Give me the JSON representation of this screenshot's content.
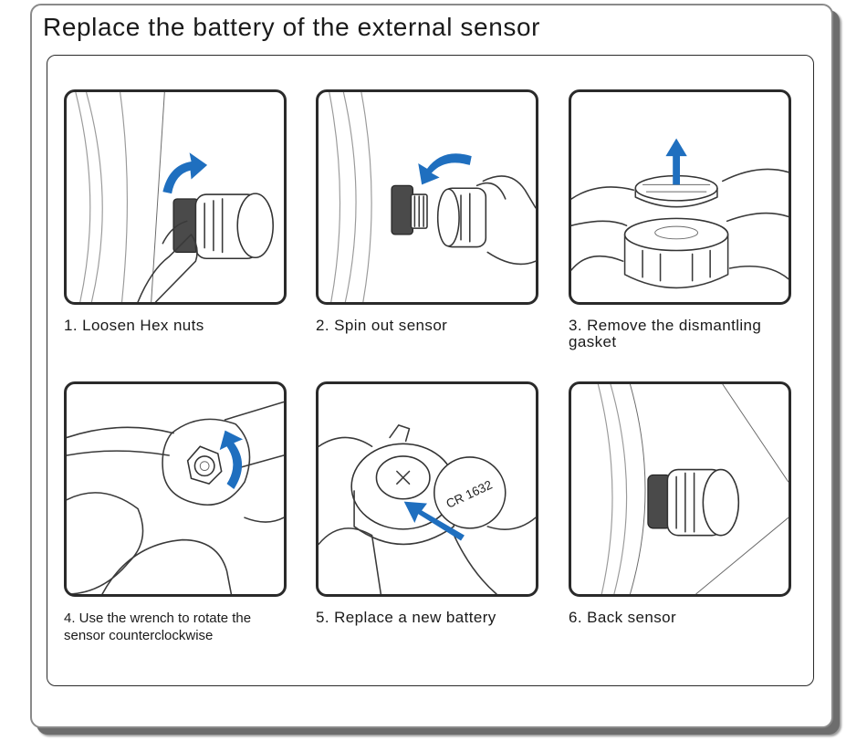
{
  "title": "Replace the battery of the external sensor",
  "steps": [
    {
      "caption": "1. Loosen Hex nuts"
    },
    {
      "caption": "2. Spin out sensor"
    },
    {
      "caption": "3. Remove the dismantling gasket"
    },
    {
      "caption": "4. Use the wrench to rotate the sensor counterclockwise"
    },
    {
      "caption": "5. Replace a new battery"
    },
    {
      "caption": "6. Back sensor"
    }
  ],
  "battery_label": "CR 1632",
  "colors": {
    "arrow": "#1f6fbf",
    "border": "#2a2a2a",
    "shadow": "#6d6d6d"
  }
}
